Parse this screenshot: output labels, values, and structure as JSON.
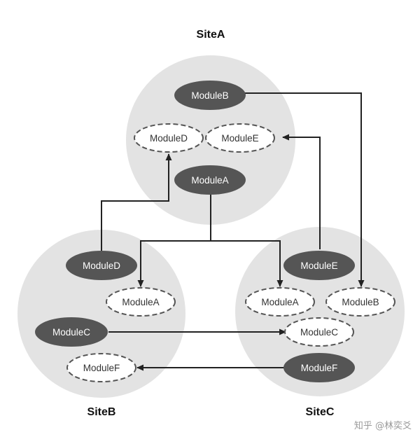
{
  "sites": {
    "siteA": "SiteA",
    "siteB": "SiteB",
    "siteC": "SiteC"
  },
  "modules": {
    "siteA_moduleB": "ModuleB",
    "siteA_moduleD": "ModuleD",
    "siteA_moduleE": "ModuleE",
    "siteA_moduleA": "ModuleA",
    "siteB_moduleD": "ModuleD",
    "siteB_moduleA": "ModuleA",
    "siteB_moduleC": "ModuleC",
    "siteB_moduleF": "ModuleF",
    "siteC_moduleE": "ModuleE",
    "siteC_moduleA": "ModuleA",
    "siteC_moduleB": "ModuleB",
    "siteC_moduleC": "ModuleC",
    "siteC_moduleF": "ModuleF"
  },
  "watermark": "知乎 @林奕爻",
  "colors": {
    "site_fill": "#e3e3e3",
    "primary_module_fill": "#555555",
    "replica_module_fill": "#ffffff",
    "replica_module_stroke": "#555555",
    "connector": "#222222"
  }
}
